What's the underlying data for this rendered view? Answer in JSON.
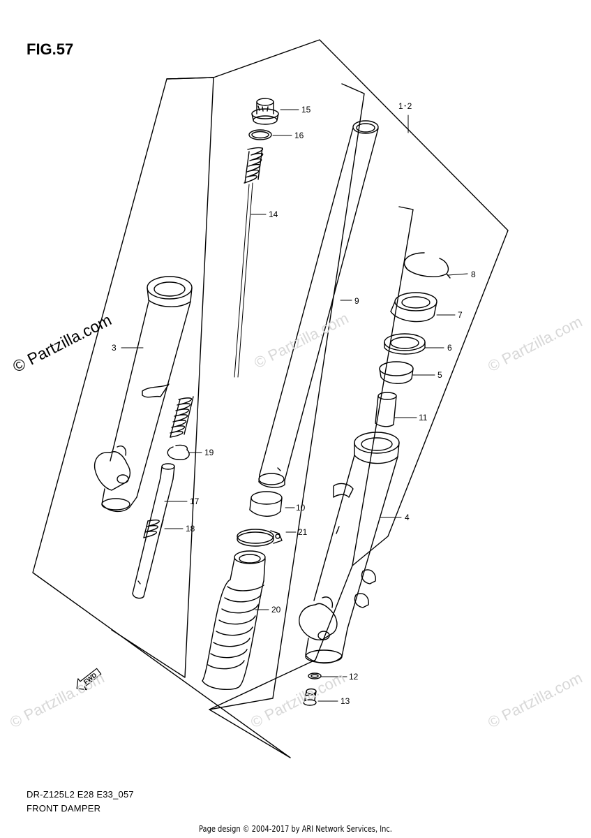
{
  "figure": {
    "title": "FIG.57",
    "code": "DR-Z125L2 E28 E33_057",
    "name": "FRONT DAMPER",
    "credit": "Page design © 2004-2017 by ARI Network Services, Inc.",
    "watermark": "© Partzilla.com",
    "fwd_label": "FWD"
  },
  "callouts": [
    "1･2",
    "3",
    "4",
    "5",
    "6",
    "7",
    "8",
    "9",
    "10",
    "11",
    "12",
    "13",
    "14",
    "15",
    "16",
    "17",
    "18",
    "19",
    "20",
    "21"
  ]
}
